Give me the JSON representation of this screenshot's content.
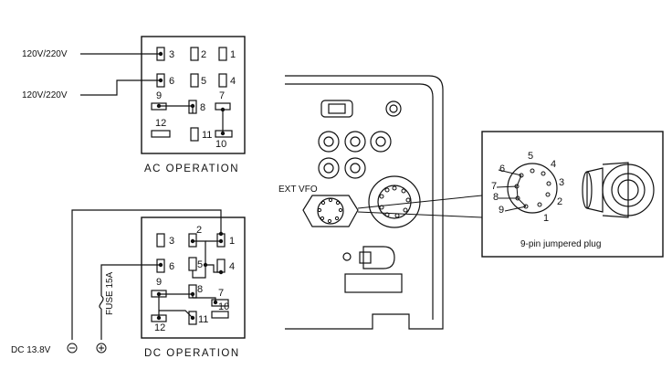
{
  "ac_operation": {
    "title": "AC OPERATION",
    "inputs": [
      "120V/220V",
      "120V/220V"
    ],
    "pins": [
      "1",
      "2",
      "3",
      "4",
      "5",
      "6",
      "7",
      "8",
      "9",
      "10",
      "11",
      "12"
    ]
  },
  "dc_operation": {
    "title": "DC OPERATION",
    "supply_negative": "DC 13.8V",
    "negative_symbol": "⊖",
    "positive_symbol": "⊕",
    "fuse": "FUSE 15A",
    "pins": [
      "1",
      "2",
      "3",
      "4",
      "5",
      "6",
      "7",
      "8",
      "9",
      "10",
      "11",
      "12"
    ]
  },
  "radio_rear": {
    "ext_vfo_label": "EXT VFO"
  },
  "plug_detail": {
    "caption": "9-pin jumpered plug",
    "pins": [
      "1",
      "2",
      "3",
      "4",
      "5",
      "6",
      "7",
      "8",
      "9"
    ]
  }
}
